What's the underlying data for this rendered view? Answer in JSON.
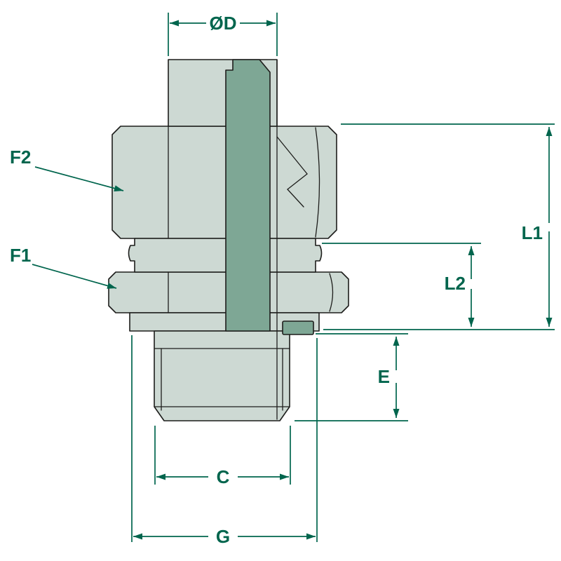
{
  "colors": {
    "body": "#cdd9d3",
    "section": "#7ea795",
    "outline": "#1d1d1b",
    "dimension": "#00654d",
    "background": "#ffffff"
  },
  "labels": {
    "od": "ØD",
    "f2": "F2",
    "f1": "F1",
    "l1": "L1",
    "l2": "L2",
    "e": "E",
    "c": "C",
    "g": "G"
  }
}
